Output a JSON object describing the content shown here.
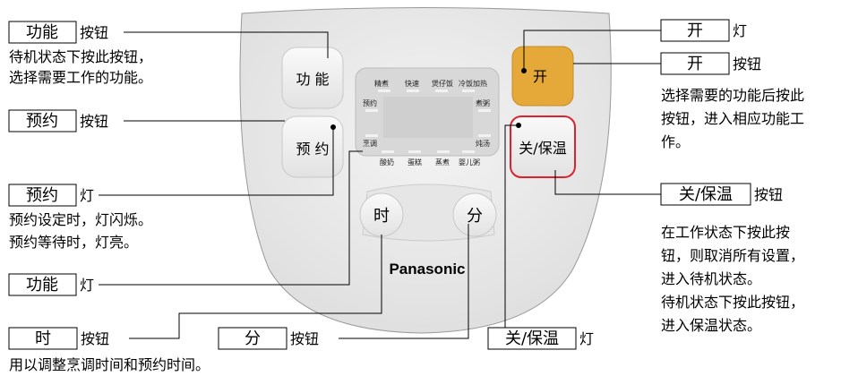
{
  "panel": {
    "btn_func": "功 能",
    "btn_reserve": "预 约",
    "btn_start": "开",
    "btn_off": "关/保温",
    "btn_hour": "时",
    "btn_min": "分",
    "brand": "Panasonic",
    "display": {
      "top": [
        "精煮",
        "快速",
        "煲仔饭",
        "冷饭加热"
      ],
      "bottom": [
        "酸奶",
        "蛋糕",
        "蒸煮",
        "婴儿粥"
      ],
      "left_top": "预约",
      "left_bottom": "烹调",
      "right_top": "煮粥",
      "right_bottom": "炖汤"
    }
  },
  "callouts": {
    "func_button": {
      "box": "功能",
      "suffix": "按钮",
      "desc": [
        "待机状态下按此按钮，",
        "选择需要工作的功能。"
      ]
    },
    "reserve_button": {
      "box": "预约",
      "suffix": "按钮"
    },
    "reserve_light": {
      "box": "预约",
      "suffix": "灯",
      "desc": [
        "预约设定时，灯闪烁。",
        "预约等待时，灯亮。"
      ]
    },
    "func_light": {
      "box": "功能",
      "suffix": "灯"
    },
    "hour_button": {
      "box": "时",
      "suffix": "按钮",
      "desc": [
        "用以调整烹调时间和预约时间。"
      ]
    },
    "min_button": {
      "box": "分",
      "suffix": "按钮"
    },
    "start_light": {
      "box": "开",
      "suffix": "灯"
    },
    "start_button": {
      "box": "开",
      "suffix": "按钮",
      "desc": [
        "选择需要的功能后按此",
        "按钮，进入相应功能工",
        "作。"
      ]
    },
    "off_button": {
      "box": "关/保温",
      "suffix": "按钮",
      "desc": [
        "在工作状态下按此按",
        "钮，则取消所有设置，",
        "进入待机状态。",
        "待机状态下按此按钮，",
        "进入保温状态。"
      ]
    },
    "off_light": {
      "box": "关/保温",
      "suffix": "灯"
    }
  },
  "colors": {
    "start_button": "#E5A93A",
    "off_border": "#D9232E",
    "panel": "#EDEDED"
  }
}
